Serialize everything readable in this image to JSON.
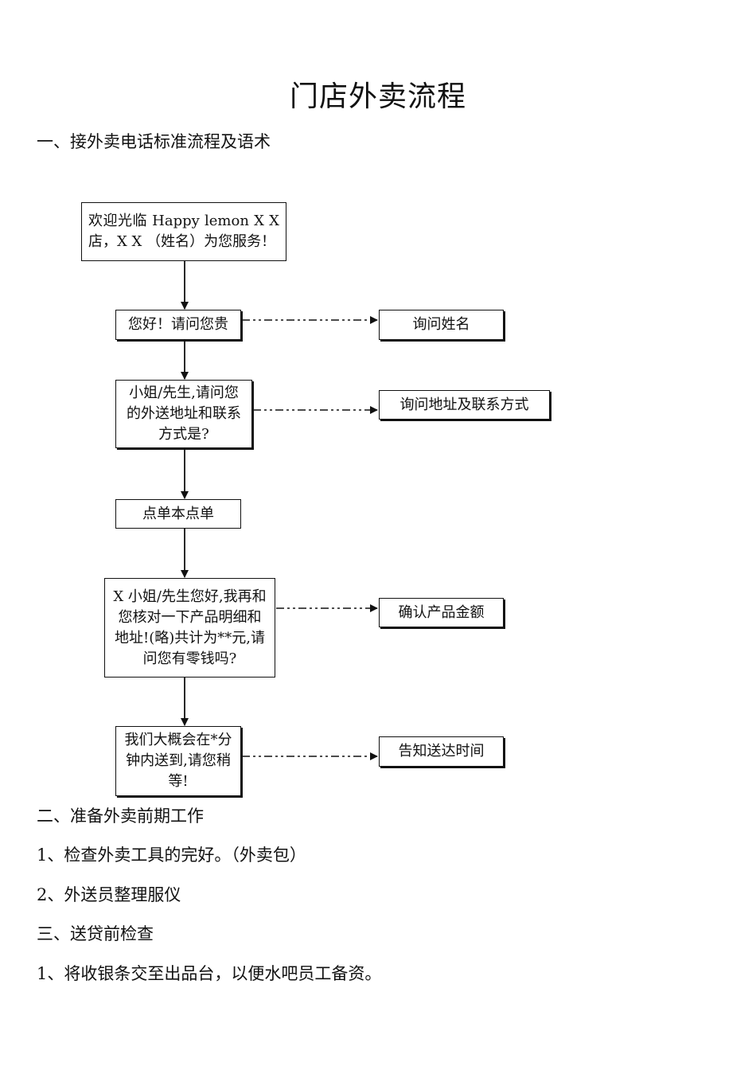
{
  "title": "门店外卖流程",
  "section1": {
    "heading": "一、接外卖电话标准流程及语术"
  },
  "flow": {
    "steps": [
      {
        "text": "欢迎光临 Happy lemon X X 店，X X （姓名）为您服务！"
      },
      {
        "text": "您好！请问您贵"
      },
      {
        "text": "小姐/先生,请问您的外送地址和联系方式是?"
      },
      {
        "text": "点单本点单"
      },
      {
        "text": "X 小姐/先生您好,我再和您核对一下产品明细和地址!(略)共计为**元,请问您有零钱吗?"
      },
      {
        "text": "我们大概会在*分钟内送到,请您稍等!"
      }
    ],
    "notes": [
      {
        "text": "询问姓名"
      },
      {
        "text": "询问地址及联系方式"
      },
      {
        "text": "确认产品金额"
      },
      {
        "text": "告知送达时间"
      }
    ]
  },
  "section2": {
    "heading": "二、准备外卖前期工作",
    "items": [
      "1、检查外卖工具的完好。（外卖包）",
      "2、外送员整理服仪"
    ]
  },
  "section3": {
    "heading": "三、送贷前检查",
    "items": [
      "1、将收银条交至出品台，以便水吧员工备资。"
    ]
  }
}
